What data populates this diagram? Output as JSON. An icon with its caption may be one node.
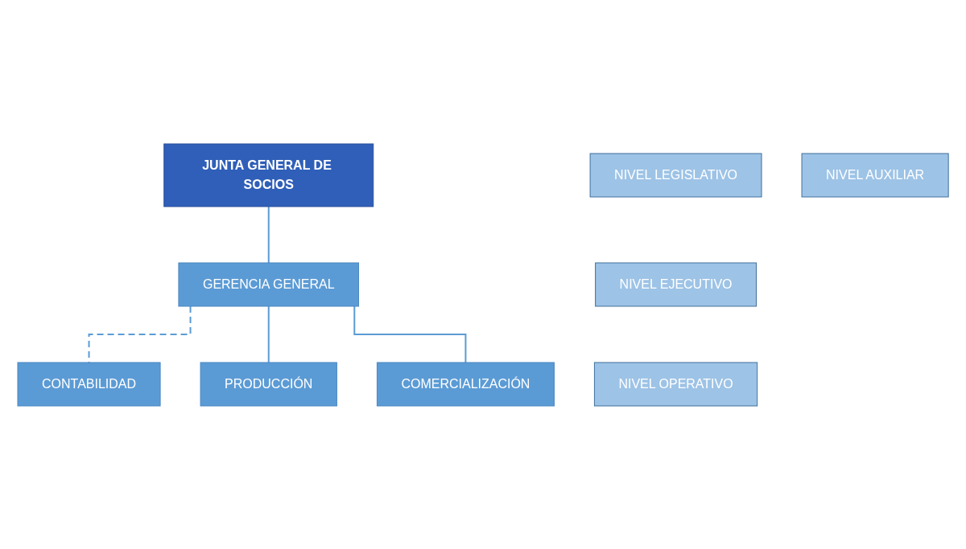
{
  "diagram": {
    "nodes": [
      {
        "text": [
          "JUNTA GENERAL DE SOCIOS"
        ]
      },
      {
        "text": [
          "NIVEL LEGISLATIVO"
        ]
      },
      {
        "text": [
          "GERENCIA GENERAL"
        ]
      },
      {
        "text": [
          "NIVEL EJECUTIVO"
        ]
      },
      {
        "text": [
          "NIVEL AUXILIAR"
        ]
      },
      {
        "text": [
          "CONTABILIDAD"
        ]
      },
      {
        "text": [
          "PRODUCCIÓN"
        ]
      },
      {
        "text": [
          "COMERCIALIZACIÓN"
        ]
      },
      {
        "text": [
          "NIVEL OPERATIVO"
        ]
      }
    ],
    "edges": [
      {
        "from": 0,
        "to": 2,
        "arrow": "none"
      },
      {
        "from": 2,
        "to": 5,
        "arrow": "none",
        "style": "dashed"
      },
      {
        "from": 2,
        "to": 6,
        "arrow": "none"
      },
      {
        "from": 2,
        "to": 7,
        "arrow": "none"
      }
    ]
  }
}
